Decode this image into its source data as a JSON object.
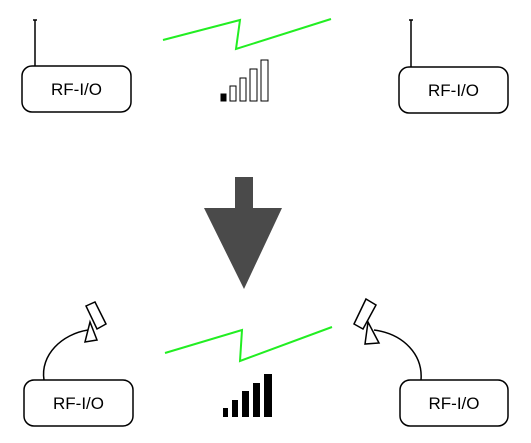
{
  "top": {
    "left_module": {
      "label": "RF-I/O",
      "antenna": "whip-antenna-icon"
    },
    "right_module": {
      "label": "RF-I/O",
      "antenna": "whip-antenna-icon"
    },
    "link": {
      "icon": "wireless-link-icon",
      "signal_bars_total": 5,
      "signal_bars_filled": 1
    }
  },
  "transition": {
    "icon": "down-arrow-icon"
  },
  "bottom": {
    "left_module": {
      "label": "RF-I/O",
      "antenna": "directional-antenna-icon"
    },
    "right_module": {
      "label": "RF-I/O",
      "antenna": "directional-antenna-icon"
    },
    "link": {
      "icon": "wireless-link-icon",
      "signal_bars_total": 5,
      "signal_bars_filled": 5
    }
  },
  "colors": {
    "link_line": "#22ee22",
    "arrow": "#4a4a4a",
    "outline": "#000000"
  }
}
